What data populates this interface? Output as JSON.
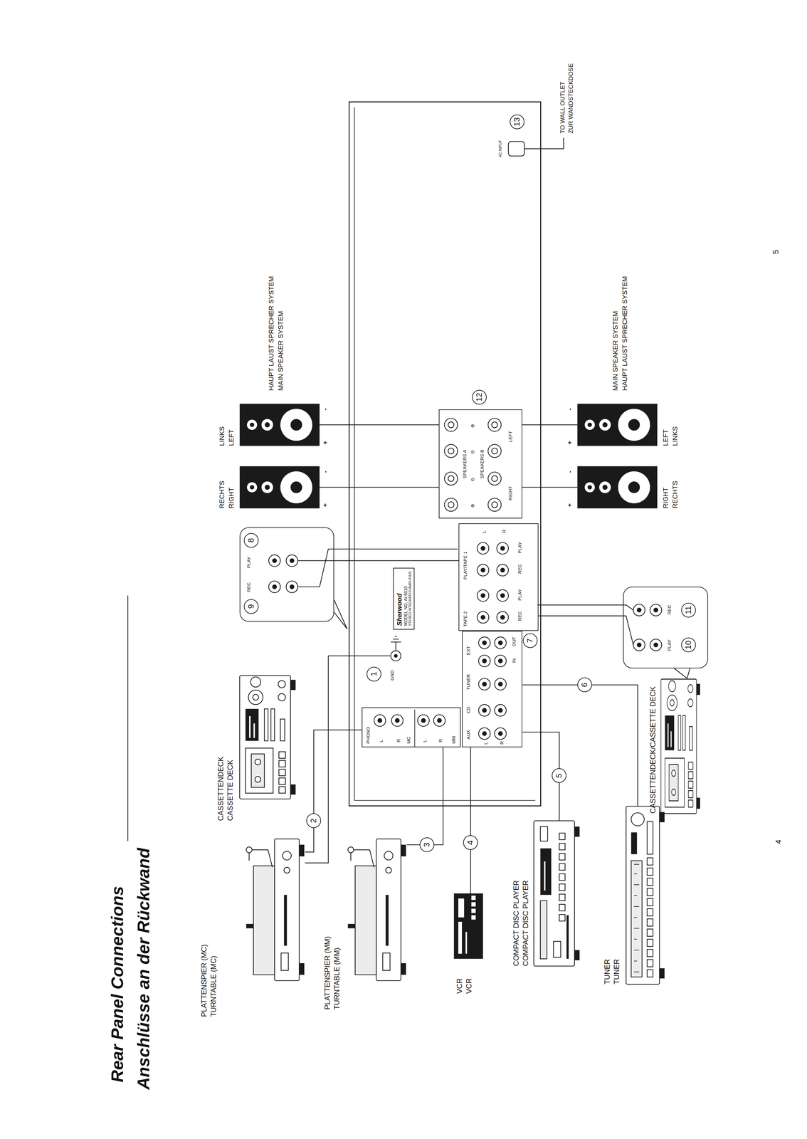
{
  "diagram": {
    "title": "Rear Panel Connections",
    "nodes": [
      {
        "text": [
          "PLATTENSPIER (MC)",
          "TURNTABLE (MC)"
        ]
      },
      {
        "text": [
          "PLATTENSPIER (MM)",
          "TURNTABLE (MM)"
        ]
      },
      {
        "text": [
          "VCR",
          "VCR"
        ]
      },
      {
        "text": [
          "COMPACT DISC PLAYER",
          "COMPACT DISC PLAYER"
        ]
      },
      {
        "text": [
          "TUNER",
          "TUNER"
        ]
      },
      {
        "text": [
          "CASSETTENDECK",
          "CASSETTE DECK"
        ]
      },
      {
        "text": [
          "CASSETTENDECK/CASSETTE DECK"
        ]
      },
      {
        "text": [
          "GND",
          "AC INPUT"
        ]
      },
      {
        "text": [
          "Sherwood",
          "MODEL NO. AI-5010",
          "STEREO INTEGRATED AMPLIFIER"
        ],
        "in": 7
      },
      {
        "text": [
          "PHONO",
          "L",
          "R",
          "MC",
          "L",
          "R",
          "MM"
        ],
        "in": 7
      },
      {
        "text": [
          "AUX",
          "CD",
          "TUNER",
          "EXT",
          "L",
          "R",
          "IN",
          "OUT"
        ],
        "in": 7
      },
      {
        "text": [
          "TAPE 2",
          "PLAY/TAPE 1",
          "L",
          "R",
          "REC",
          "PLAY",
          "REC",
          "PLAY"
        ],
        "in": 7
      },
      {
        "text": [
          "SPEAKERS A",
          "SPEAKERS B",
          "RIGHT",
          "LEFT",
          "⊕",
          "⊖",
          "⊖",
          "⊕"
        ],
        "in": 7
      },
      {
        "text": [
          "RECHTS",
          "RIGHT"
        ]
      },
      {
        "text": [
          "LINKS",
          "LEFT"
        ]
      },
      {
        "text": [
          "RIGHT",
          "RECHTS"
        ]
      },
      {
        "text": [
          "LEFT",
          "LINKS"
        ]
      },
      {
        "text": [
          "REC",
          "PLAY"
        ]
      },
      {
        "text": [
          "PLAY",
          "REC"
        ]
      }
    ],
    "edges": [
      {
        "from": 0,
        "to": 9,
        "arrow": "none"
      },
      {
        "from": 1,
        "to": 9,
        "arrow": "none"
      },
      {
        "from": 2,
        "to": 10,
        "arrow": "none"
      },
      {
        "from": 3,
        "to": 10,
        "arrow": "none"
      },
      {
        "from": 4,
        "to": 10,
        "arrow": "none"
      },
      {
        "from": 17,
        "to": 11,
        "arrow": "none"
      },
      {
        "from": 18,
        "to": 11,
        "arrow": "none"
      },
      {
        "from": 13,
        "to": 12,
        "arrow": "none"
      },
      {
        "from": 14,
        "to": 12,
        "arrow": "none"
      },
      {
        "from": 15,
        "to": 12,
        "arrow": "none"
      },
      {
        "from": 16,
        "to": 12,
        "arrow": "none"
      }
    ],
    "labels": [
      "Anschlüsse an der Rückwand",
      "9",
      "8",
      "2",
      "1",
      "3",
      "4",
      "5",
      "6",
      "7",
      "12",
      "13",
      "10",
      "11",
      "HAUPT LAUST SPRECHER SYSTEM",
      "MAIN SPEAKER SYSTEM",
      "MAIN SPEAKER SYSTEM",
      "HAUPT LAUST SPRECHER SYSTEM",
      "TO WALL OUTLET",
      "ZUR WANDSTECKDOSE",
      "4",
      "5",
      "+",
      "-",
      "+",
      "-",
      "+",
      "-",
      "+",
      "-"
    ]
  }
}
